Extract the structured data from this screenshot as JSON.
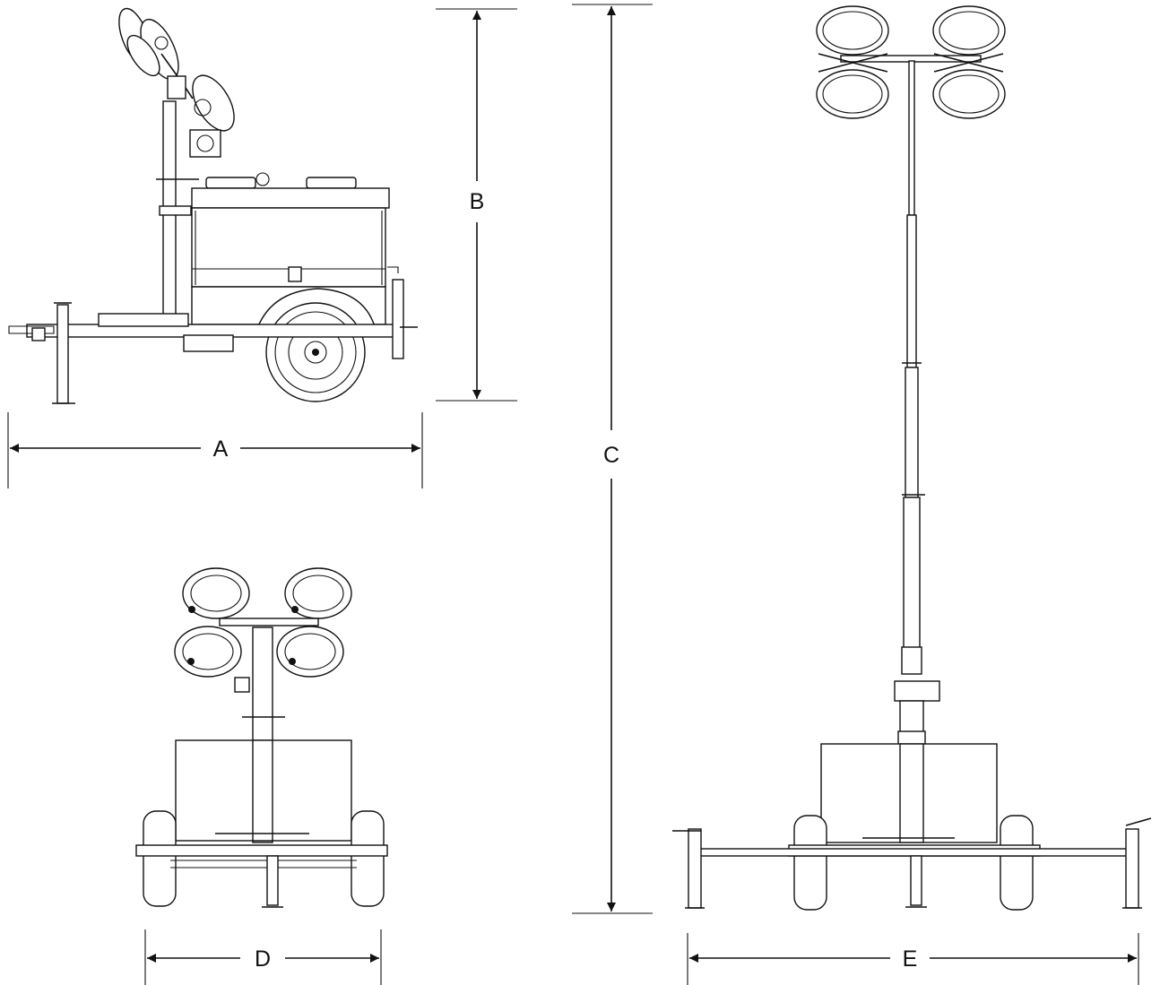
{
  "dimensions": {
    "A": "A",
    "B": "B",
    "C": "C",
    "D": "D",
    "E": "E"
  },
  "views": [
    "side-view-stowed",
    "rear-view-stowed",
    "rear-view-mast-extended"
  ],
  "colors": {
    "ink": "#111111",
    "background": "#ffffff"
  }
}
